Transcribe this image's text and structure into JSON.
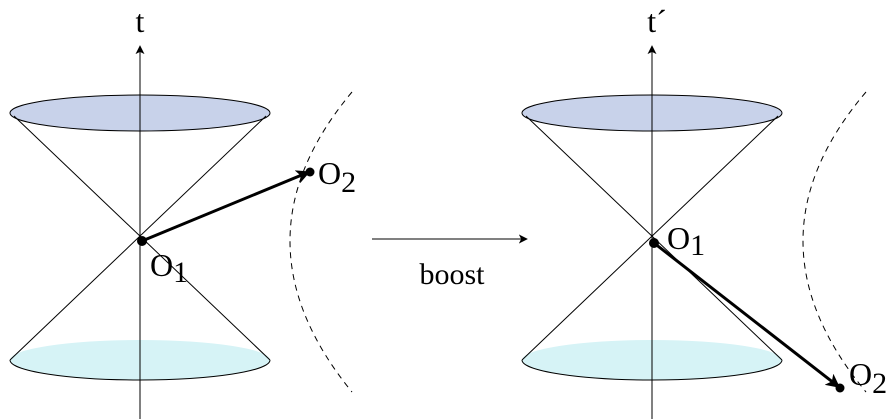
{
  "left_panel": {
    "axis_label": "t",
    "origin_label": {
      "main": "O",
      "sub": "1"
    },
    "event_label": {
      "main": "O",
      "sub": "2"
    }
  },
  "transition": {
    "label": "boost"
  },
  "right_panel": {
    "axis_label": "t´",
    "origin_label": {
      "main": "O",
      "sub": "1"
    },
    "event_label": {
      "main": "O",
      "sub": "2"
    }
  },
  "colors": {
    "future_cone_cap": "#c8d2ea",
    "past_cone_cap": "#d6f3f6",
    "ink": "#000000"
  }
}
